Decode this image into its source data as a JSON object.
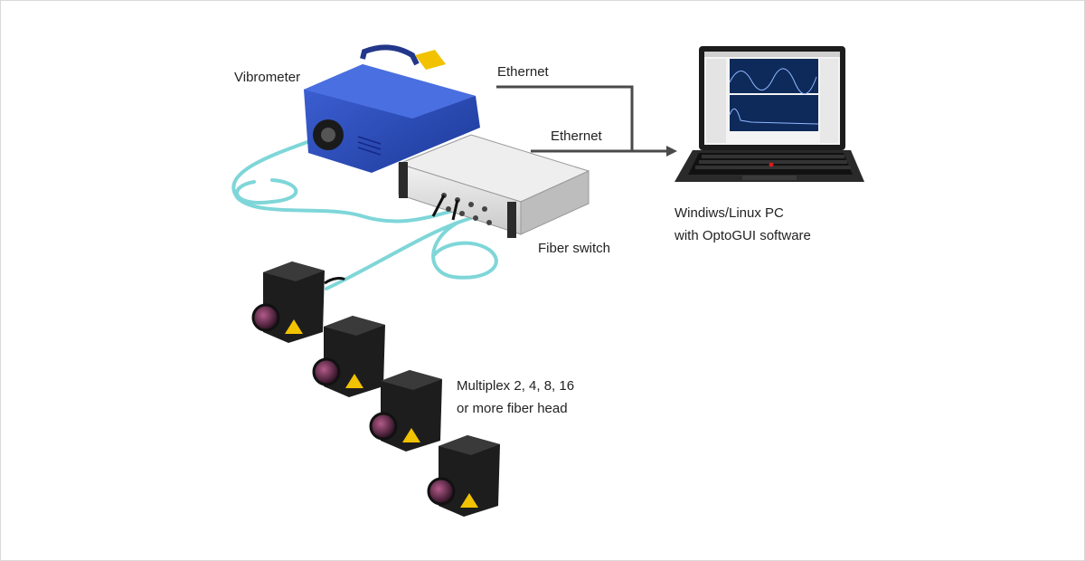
{
  "labels": {
    "vibrometer": "Vibrometer",
    "ethernet_top": "Ethernet",
    "ethernet_bottom": "Ethernet",
    "fiber_switch": "Fiber switch",
    "pc_line1": "Windiws/Linux PC",
    "pc_line2": "with OptoGUI software",
    "multiplex_line1": "Multiplex 2, 4, 8, 16",
    "multiplex_line2": "or more fiber head"
  },
  "colors": {
    "vibrometer_body": "#2a48b3",
    "fiber_cable": "#7fd6d8",
    "ethernet_line": "#4a4a4a",
    "switch_body": "#dcdcdc",
    "laptop_body": "#1c1c1c",
    "sensor_head": "#1d1d1d",
    "warning_label": "#f2c200"
  },
  "icons": {
    "vibrometer": "vibrometer-device-icon",
    "fiber_switch": "fiber-switch-device-icon",
    "laptop": "laptop-pc-icon",
    "sensor_head": "fiber-sensor-head-icon"
  }
}
